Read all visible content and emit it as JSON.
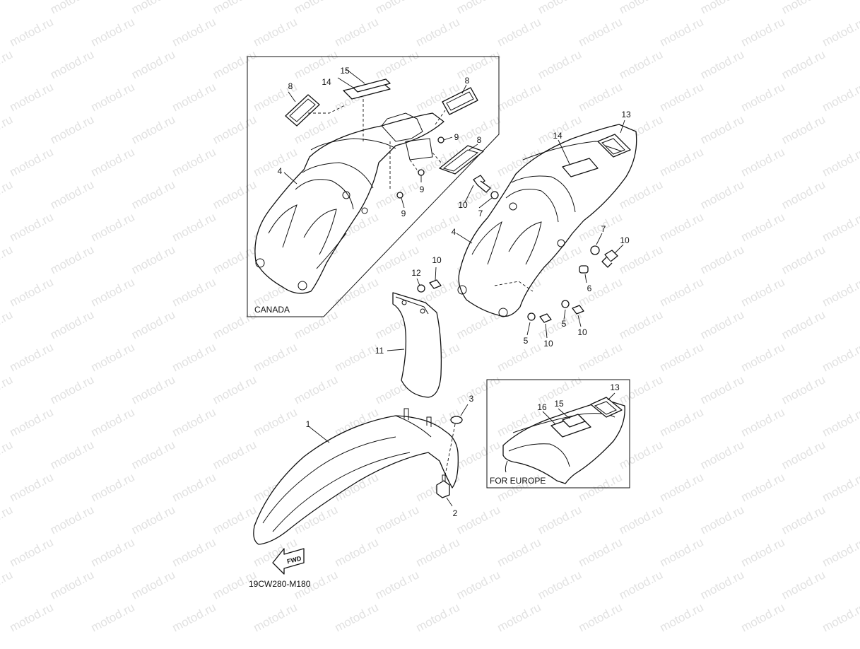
{
  "watermark_text": "motod.ru",
  "diagram_code": "19CW280-M180",
  "insets": {
    "canada": "CANADA",
    "europe": "FOR EUROPE"
  },
  "fwd_label": "FWD",
  "callouts": {
    "c_front_fender": "1",
    "c_front_bolt": "2",
    "c_front_washer": "3",
    "c_rear_fender_canada": "4",
    "c_rear_fender_main": "4",
    "c_collar_left": "5",
    "c_collar_right": "5",
    "c_damper": "6",
    "c_washer_left": "7",
    "c_washer_right": "7",
    "c_reflector_left_canada": "8",
    "c_reflector_top_canada": "8",
    "c_reflector_side_canada": "8",
    "c_nut_a_canada": "9",
    "c_nut_b_canada": "9",
    "c_nut_c_canada": "9",
    "c_bolt_top_left": "10",
    "c_bolt_flap": "10",
    "c_bolt_right_upper": "10",
    "c_bolt_bottom_a": "10",
    "c_bolt_bottom_b": "10",
    "c_flap": "11",
    "c_flap_washer": "12",
    "c_emblem_main": "13",
    "c_emblem_europe": "13",
    "c_label_main": "14",
    "c_label_canada": "14",
    "c_label_b_canada": "15",
    "c_label_b_europe": "15",
    "c_label_europe": "16"
  },
  "colors": {
    "line": "#111111",
    "watermark": "#c9c9c9",
    "background": "#ffffff"
  }
}
